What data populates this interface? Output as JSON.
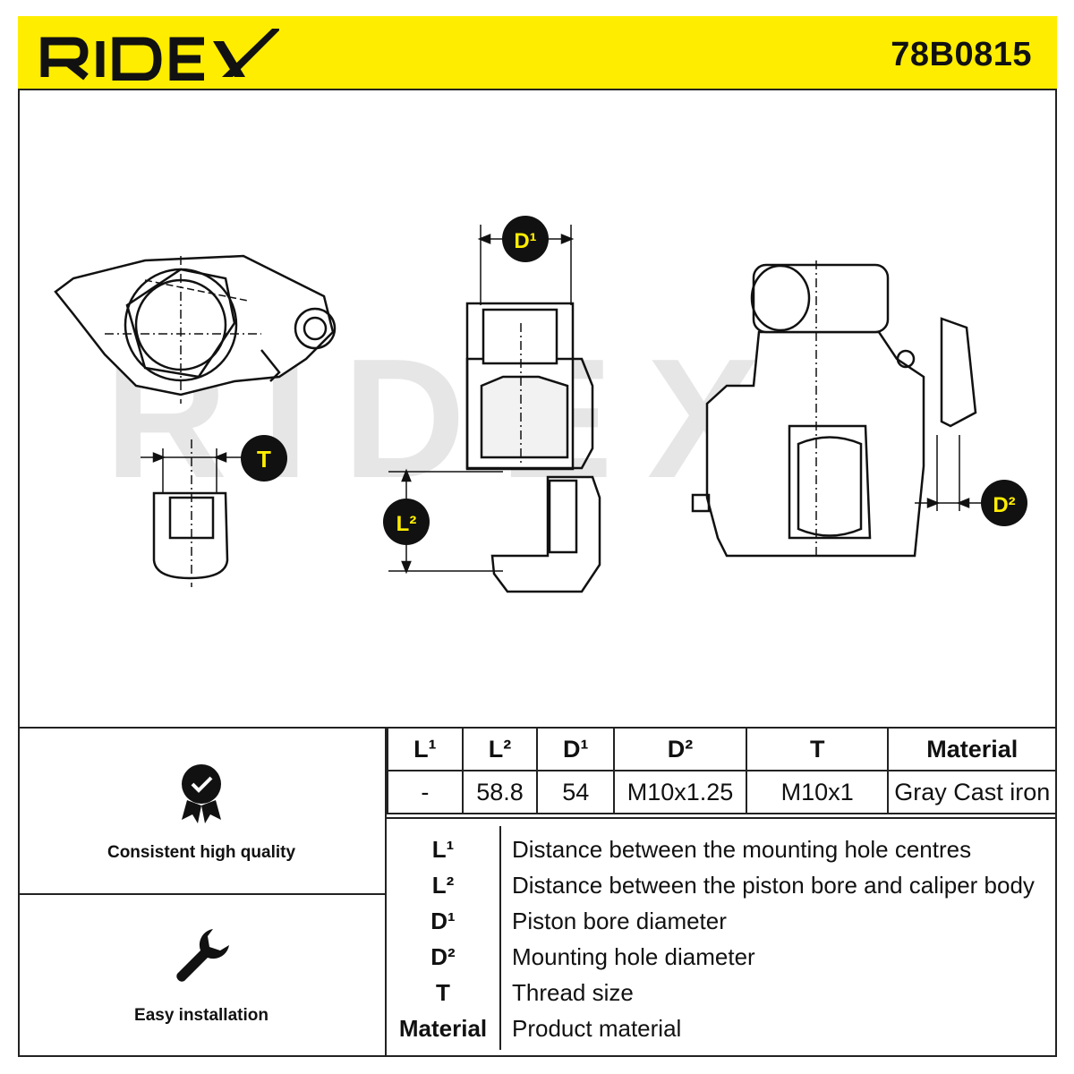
{
  "header": {
    "brand": "RIDEX",
    "part_number": "78B0815",
    "accent_color": "#ffed00"
  },
  "drawing": {
    "watermark": "RIDEX",
    "dimension_labels": {
      "t": "T",
      "d1": "D¹",
      "l2": "L²",
      "d2": "D²"
    }
  },
  "features": [
    {
      "icon": "quality-badge-icon",
      "label": "Consistent high quality"
    },
    {
      "icon": "wrench-icon",
      "label": "Easy installation"
    }
  ],
  "spec_table": {
    "headers": [
      "L¹",
      "L²",
      "D¹",
      "D²",
      "T",
      "Material"
    ],
    "values": [
      "-",
      "58.8",
      "54",
      "M10x1.25",
      "M10x1",
      "Gray Cast iron"
    ]
  },
  "legend": [
    {
      "key": "L¹",
      "description": "Distance between the mounting hole centres"
    },
    {
      "key": "L²",
      "description": "Distance between the piston bore and caliper body"
    },
    {
      "key": "D¹",
      "description": "Piston bore diameter"
    },
    {
      "key": "D²",
      "description": "Mounting hole diameter"
    },
    {
      "key": "T",
      "description": "Thread size"
    },
    {
      "key": "Material",
      "description": "Product material"
    }
  ]
}
